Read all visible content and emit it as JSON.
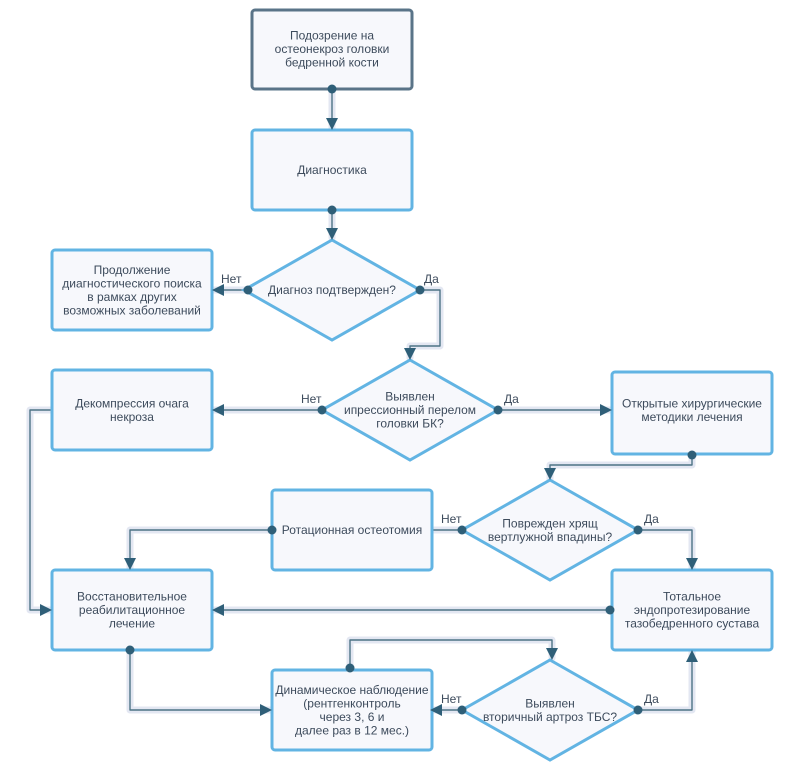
{
  "nodes": {
    "suspicion": "Подозрение на\nостеонекроз головки\nбедренной кости",
    "diagnostics": "Диагностика",
    "diag_confirmed": "Диагноз подтвержден?",
    "continue_search": "Продолжение\nдиагностического поиска\nв рамках других\nвозможных заболеваний",
    "impression_fracture": "Выявлен\nипрессионный перелом\nголовки БК?",
    "decompression": "Декомпрессия очага\nнекроза",
    "open_surgery": "Открытые хирургические\nметодики лечения",
    "acetabulum_damage": "Поврежден хрящ\nвертлужной впадины?",
    "rotational_osteotomy": "Ротационная остеотомия",
    "total_arthroplasty": "Тотальное\nэндопротезирование\nтазобедренного сустава",
    "rehabilitation": "Восстановительное\nреабилитационное\nлечение",
    "observation": "Динамическое наблюдение\n(рентгенконтроль\nчерез 3, 6 и\nдалее раз в 12 мес.)",
    "secondary_arthrosis": "Выявлен\nвторичный артроз ТБС?"
  },
  "labels": {
    "no1": "Нет",
    "yes1": "Да",
    "no2": "Нет",
    "yes2": "Да",
    "no3": "Нет",
    "yes3": "Да",
    "no4": "Нет",
    "yes4": "Да"
  },
  "colors": {
    "box_border": "#62b4e3",
    "start_border": "#5a7488",
    "line": "#4d7385",
    "halo": "#e3e7f2",
    "text": "#3d4b5c"
  }
}
